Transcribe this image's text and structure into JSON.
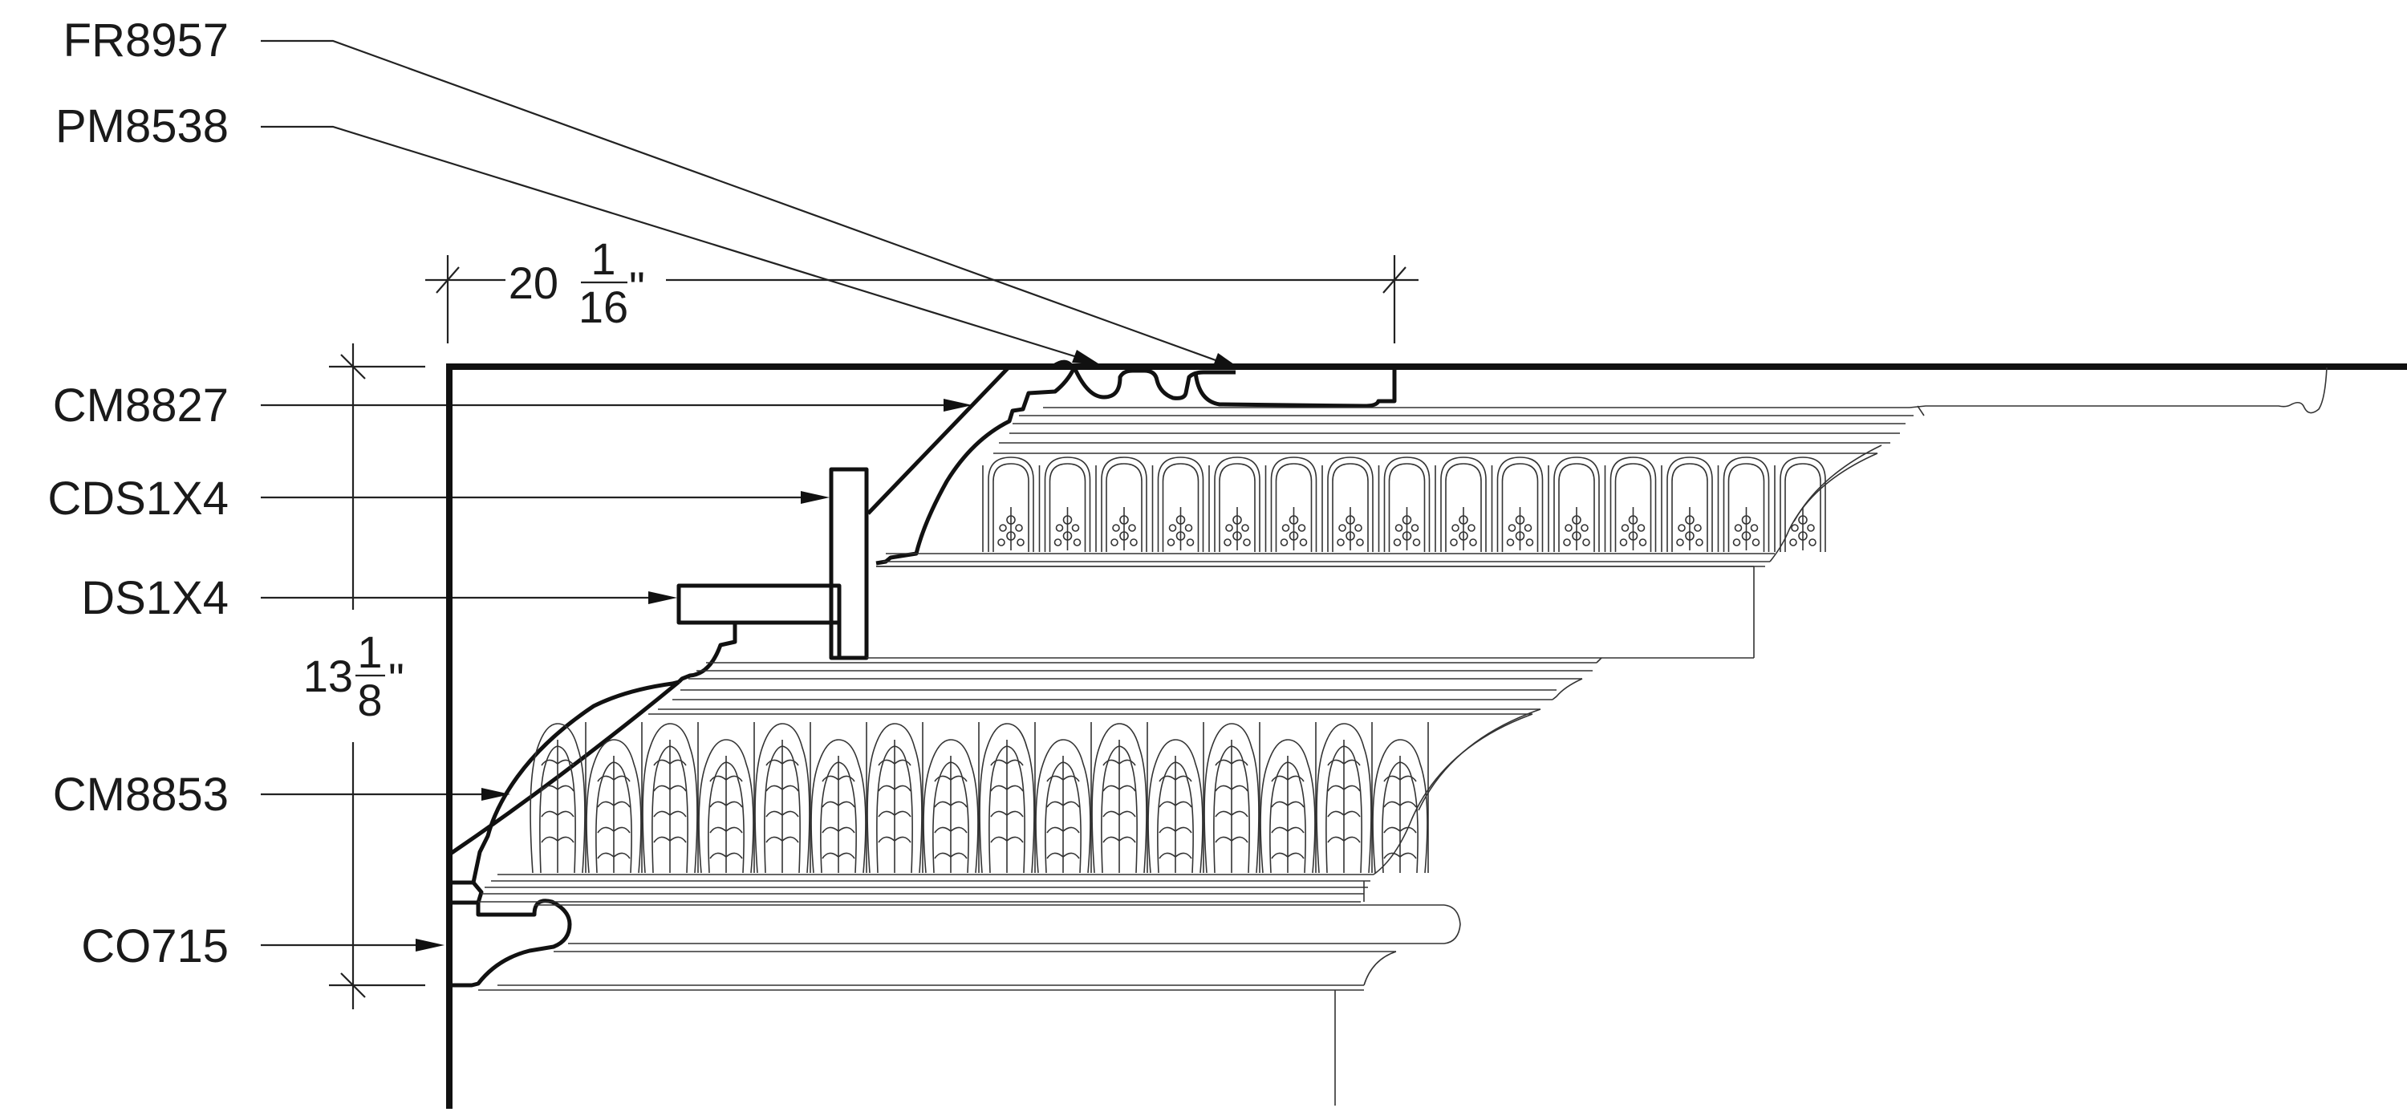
{
  "labels": {
    "fr8957": "FR8957",
    "pm8538": "PM8538",
    "cm8827": "CM8827",
    "cds1x4": "CDS1X4",
    "ds1x4": "DS1X4",
    "cm8853": "CM8853",
    "co715": "CO715"
  },
  "dimensions": {
    "projection": {
      "whole": "20",
      "numerator": "1",
      "denominator": "16",
      "unit": "\""
    },
    "height": {
      "whole": "13",
      "numerator": "1",
      "denominator": "8",
      "unit": "\""
    }
  },
  "colors": {
    "line": "#111111",
    "background": "#ffffff"
  }
}
